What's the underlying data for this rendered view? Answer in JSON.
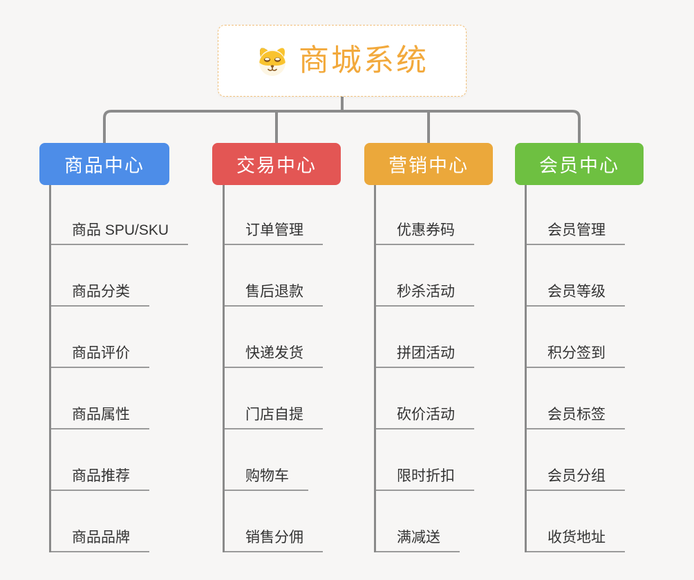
{
  "root": {
    "title": "商城系统",
    "title_color": "#f2a93c",
    "border_color": "#f2c079",
    "icon": "dog-icon"
  },
  "connector_color": "#8b8b8b",
  "branches": [
    {
      "label": "商品中心",
      "color": "#4d8de8",
      "items": [
        "商品 SPU/SKU",
        "商品分类",
        "商品评价",
        "商品属性",
        "商品推荐",
        "商品品牌"
      ]
    },
    {
      "label": "交易中心",
      "color": "#e35654",
      "items": [
        "订单管理",
        "售后退款",
        "快递发货",
        "门店自提",
        "购物车",
        "销售分佣"
      ]
    },
    {
      "label": "营销中心",
      "color": "#eba83b",
      "items": [
        "优惠券码",
        "秒杀活动",
        "拼团活动",
        "砍价活动",
        "限时折扣",
        "满减送"
      ]
    },
    {
      "label": "会员中心",
      "color": "#6ec041",
      "items": [
        "会员管理",
        "会员等级",
        "积分签到",
        "会员标签",
        "会员分组",
        "收货地址"
      ]
    }
  ]
}
